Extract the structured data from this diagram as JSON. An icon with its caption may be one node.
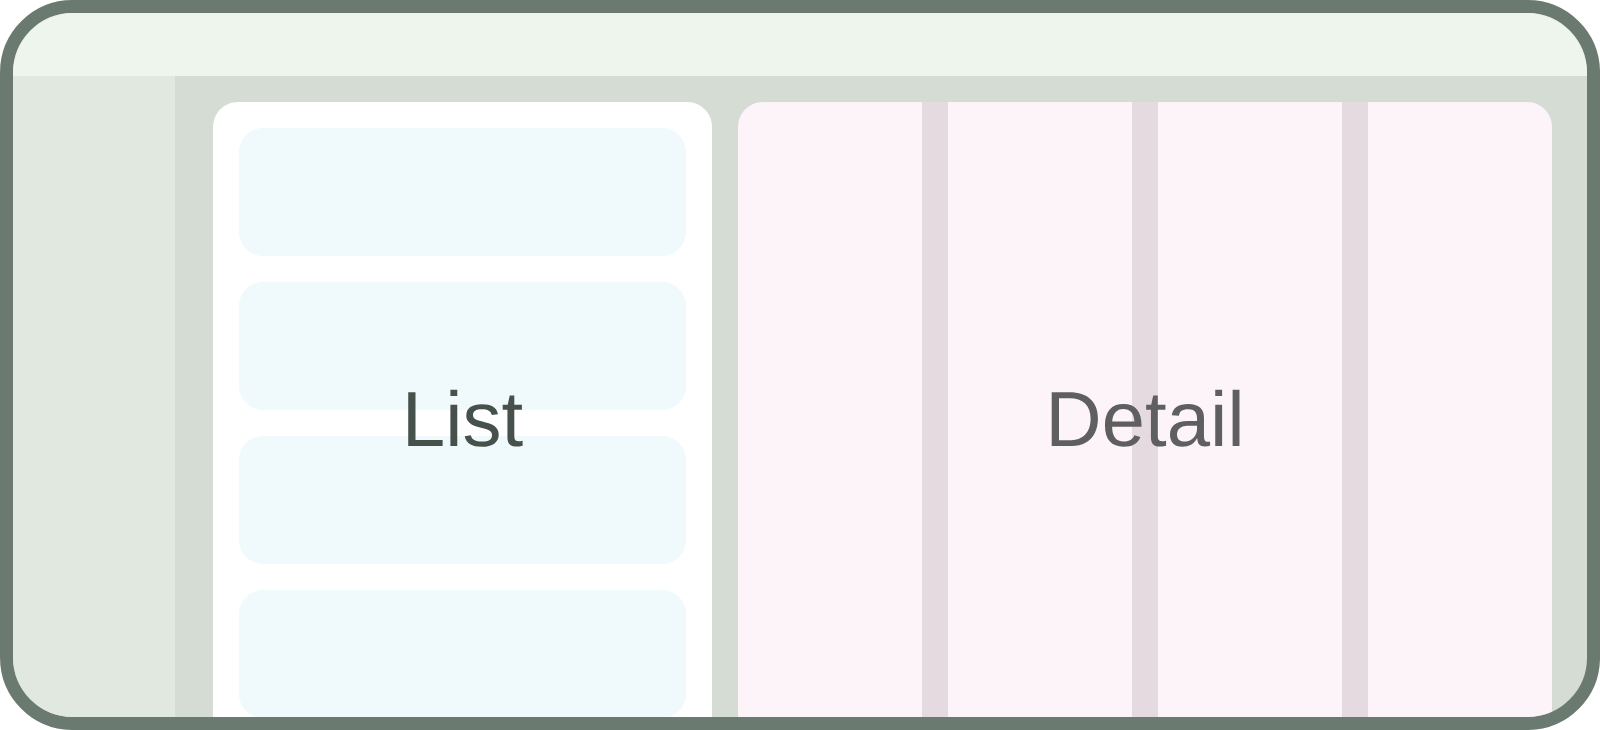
{
  "diagram": {
    "nodes": [
      {
        "text": [
          "List"
        ]
      },
      {
        "text": [],
        "shape": "box",
        "in": 0
      },
      {
        "text": [],
        "shape": "box",
        "in": 0
      },
      {
        "text": [],
        "shape": "box",
        "in": 0
      },
      {
        "text": [],
        "shape": "box",
        "in": 0
      },
      {
        "text": [
          "Detail"
        ]
      }
    ]
  }
}
